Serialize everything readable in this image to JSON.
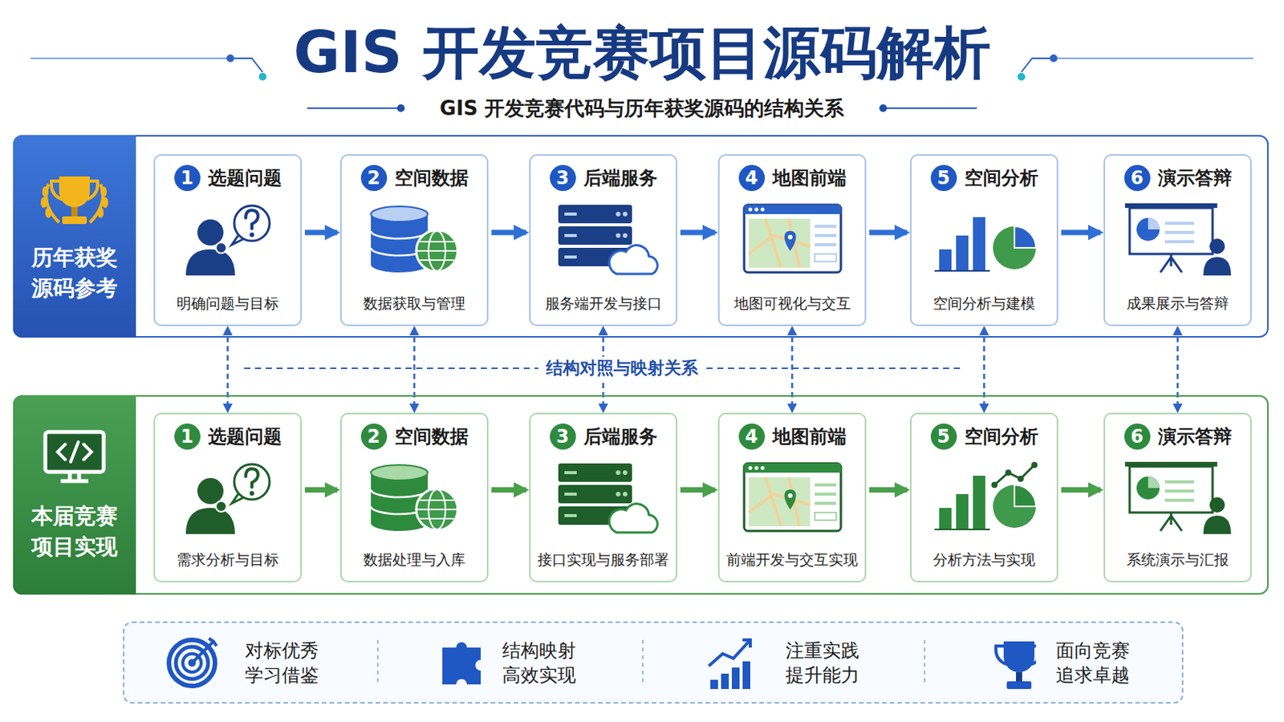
{
  "diagram": {
    "title": "GIS 开发竞赛项目源码解析",
    "nodes": [
      {
        "text": [
          "历年获奖源码参考"
        ]
      },
      {
        "text": [
          "1",
          "选题问题",
          "明确问题与目标"
        ],
        "in": 0
      },
      {
        "text": [
          "2",
          "空间数据",
          "数据获取与管理"
        ],
        "in": 0
      },
      {
        "text": [
          "3",
          "后端服务",
          "服务端开发与接口"
        ],
        "in": 0
      },
      {
        "text": [
          "4",
          "地图前端",
          "地图可视化与交互"
        ],
        "in": 0
      },
      {
        "text": [
          "5",
          "空间分析",
          "空间分析与建模"
        ],
        "in": 0
      },
      {
        "text": [
          "6",
          "演示答辩",
          "成果展示与答辩"
        ],
        "in": 0
      },
      {
        "text": [
          "本届竞赛项目实现"
        ]
      },
      {
        "text": [
          "1",
          "选题问题",
          "需求分析与目标"
        ],
        "in": 7
      },
      {
        "text": [
          "2",
          "空间数据",
          "数据处理与入库"
        ],
        "in": 7
      },
      {
        "text": [
          "3",
          "后端服务",
          "接口实现与服务部署"
        ],
        "in": 7
      },
      {
        "text": [
          "4",
          "地图前端",
          "前端开发与交互实现"
        ],
        "in": 7
      },
      {
        "text": [
          "5",
          "空间分析",
          "分析方法与实现"
        ],
        "in": 7
      },
      {
        "text": [
          "6",
          "演示答辩",
          "系统演示与汇报"
        ],
        "in": 7
      },
      {
        "text": [
          "对标优秀 学习借鉴",
          "结构映射 高效实现",
          "注重实践 提升能力",
          "面向竞赛 追求卓越"
        ]
      }
    ],
    "edges": [
      {
        "from": 1,
        "to": 2,
        "arrow": "to"
      },
      {
        "from": 2,
        "to": 3,
        "arrow": "to"
      },
      {
        "from": 3,
        "to": 4,
        "arrow": "to"
      },
      {
        "from": 4,
        "to": 5,
        "arrow": "to"
      },
      {
        "from": 5,
        "to": 6,
        "arrow": "to"
      },
      {
        "from": 8,
        "to": 9,
        "arrow": "to"
      },
      {
        "from": 9,
        "to": 10,
        "arrow": "to"
      },
      {
        "from": 10,
        "to": 11,
        "arrow": "to"
      },
      {
        "from": 11,
        "to": 12,
        "arrow": "to"
      },
      {
        "from": 12,
        "to": 13,
        "arrow": "to"
      },
      {
        "from": 1,
        "to": 8,
        "arrow": "both"
      },
      {
        "from": 2,
        "to": 9,
        "arrow": "both"
      },
      {
        "from": 3,
        "to": 10,
        "arrow": "both"
      },
      {
        "from": 4,
        "to": 11,
        "arrow": "both"
      },
      {
        "from": 5,
        "to": 12,
        "arrow": "both"
      },
      {
        "from": 6,
        "to": 13,
        "arrow": "both"
      }
    ],
    "labels": [
      "GIS 开发竞赛代码与历年获奖源码的结构关系",
      "结构对照与映射关系"
    ]
  }
}
